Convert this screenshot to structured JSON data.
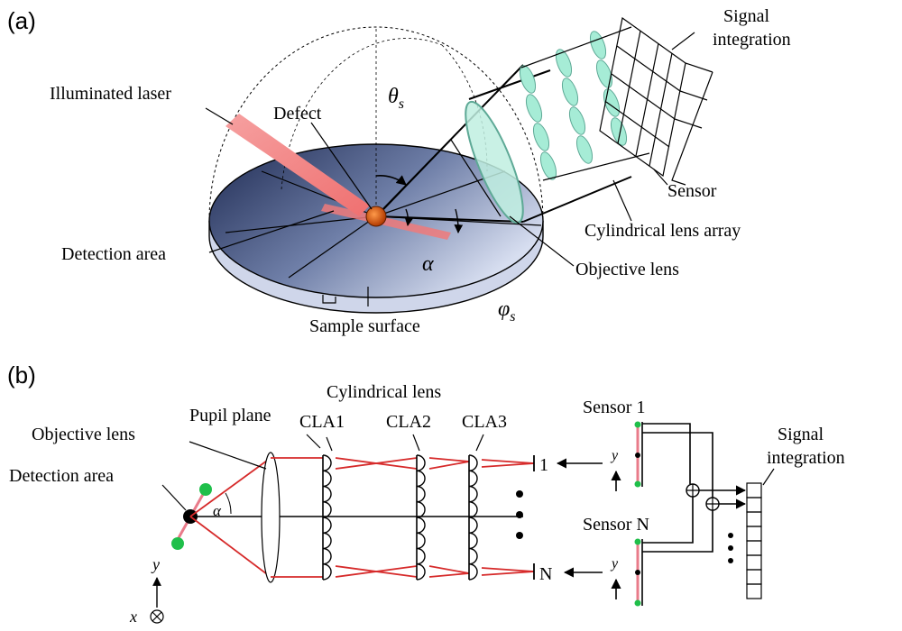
{
  "panel_a": {
    "tag": "(a)",
    "labels": {
      "illuminated_laser": "Illuminated laser",
      "defect": "Defect",
      "detection_area": "Detection area",
      "sample_surface": "Sample surface",
      "objective_lens": "Objective lens",
      "cylindrical_lens_array": "Cylindrical lens array",
      "sensor": "Sensor",
      "signal_integration_1": "Signal",
      "signal_integration_2": "integration",
      "theta": "θ",
      "theta_sub": "s",
      "alpha": "α",
      "phi": "φ",
      "phi_sub": "s"
    },
    "colors": {
      "laser": "#f28a8a",
      "defect": "#d9540f",
      "lens": "#a6ecd6",
      "surface_dark": "#1e2a52",
      "surface_light": "#c9d2ea"
    }
  },
  "panel_b": {
    "tag": "(b)",
    "labels": {
      "objective_lens": "Objective lens",
      "pupil_plane": "Pupil plane",
      "detection_area": "Detection area",
      "cylindrical_lens": "Cylindrical lens",
      "cla1": "CLA1",
      "cla2": "CLA2",
      "cla3": "CLA3",
      "sensor_1": "Sensor 1",
      "sensor_n": "Sensor  N",
      "out_1": "1",
      "out_n": "N",
      "signal_integration_1": "Signal",
      "signal_integration_2": "integration",
      "alpha": "α",
      "y_axis": "y",
      "x_axis": "x",
      "sensor_y": "y"
    },
    "colors": {
      "ray": "#d62a2a",
      "sensor_strip": "#e97b8a",
      "dot": "#1fbf4a"
    }
  }
}
